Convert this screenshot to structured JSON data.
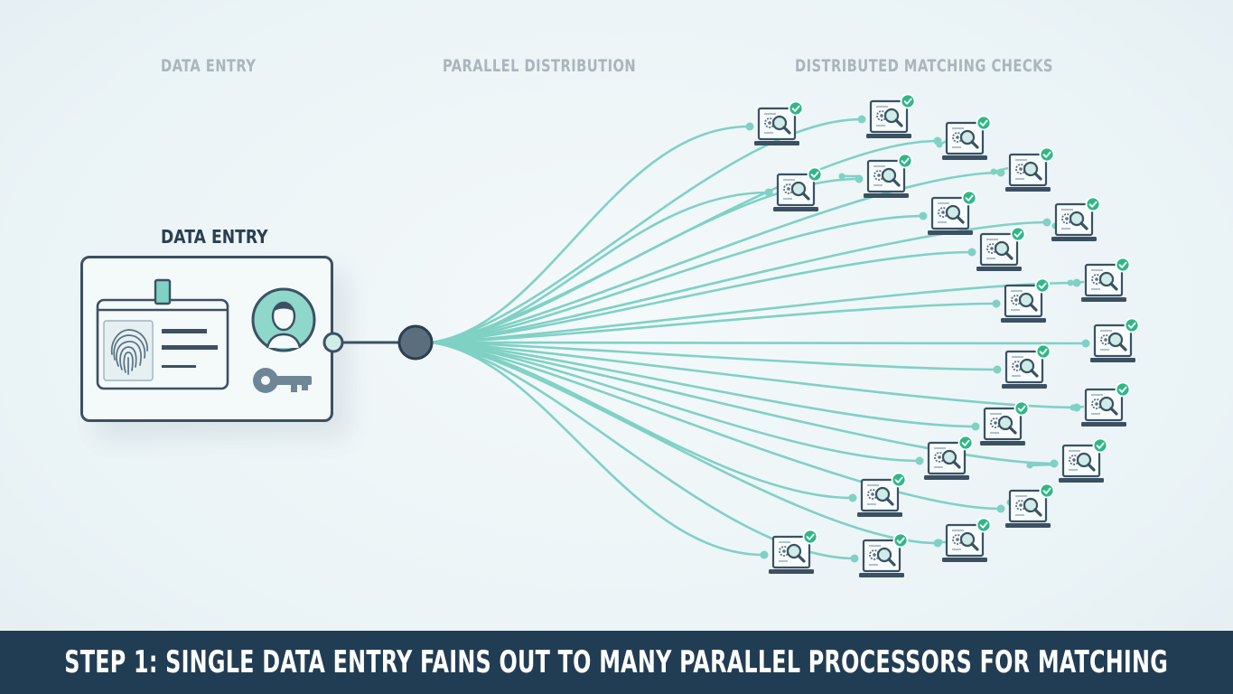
{
  "headers": {
    "data_entry": "DATA ENTRY",
    "parallel_distribution": "PARALLEL DISTRIBUTION",
    "distributed_matching_checks": "DISTRIBUTED MATCHING CHECKS"
  },
  "card": {
    "label": "DATA ENTRY",
    "icons": [
      "fingerprint-icon",
      "user-avatar-icon",
      "key-icon",
      "id-badge-icon"
    ]
  },
  "processor_icons": [
    "laptop-icon",
    "gear-icon",
    "magnifier-icon",
    "check-badge-icon"
  ],
  "footer": {
    "caption": "STEP 1: SINGLE DATA ENTRY FAINS OUT TO MANY PARALLEL PROCESSORS FOR MATCHING"
  },
  "colors": {
    "background": "#eef5f7",
    "dark_navy": "#213d53",
    "outline": "#3b5163",
    "teal_line": "#7fd1c4",
    "avatar_fill": "#8fd6cb",
    "check_green": "#2eb886",
    "header_gray": "#a9b6bc"
  }
}
